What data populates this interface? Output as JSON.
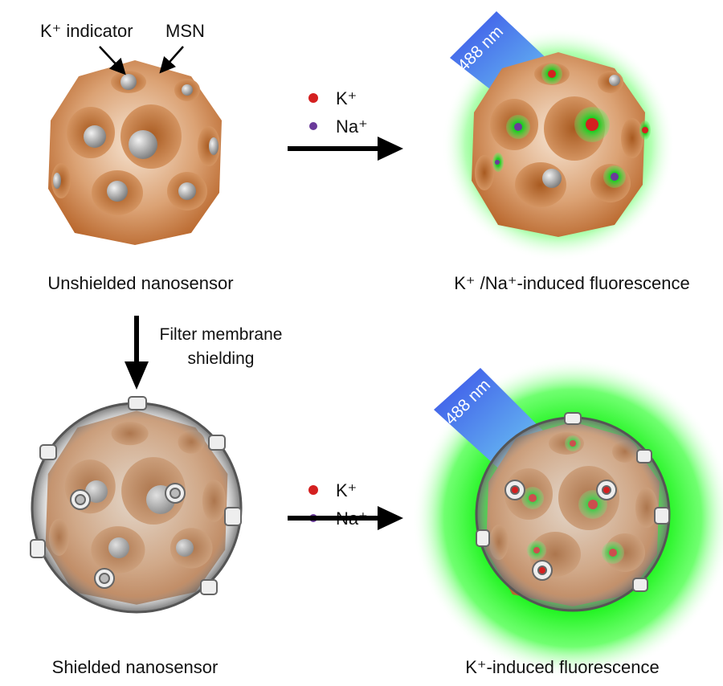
{
  "top": {
    "indicator_label": "K⁺ indicator",
    "msn_label": "MSN",
    "legend": {
      "k_label": "K⁺",
      "na_label": "Na⁺"
    },
    "beam_label": "488 nm",
    "left_caption": "Unshielded nanosensor",
    "right_caption": "K⁺ /Na⁺-induced fluorescence"
  },
  "middle": {
    "step_line1": "Filter membrane",
    "step_line2": "shielding"
  },
  "bottom": {
    "legend": {
      "k_label": "K⁺",
      "na_label": "Na⁺"
    },
    "beam_label": "488 nm",
    "left_caption": "Shielded nanosensor",
    "right_caption": "K⁺-induced fluorescence"
  },
  "colors": {
    "msn_orange": "#c8783a",
    "pore_gray": "#9a9a9a",
    "k_ion": "#d42020",
    "na_ion": "#6a3a9a",
    "fluorescence": "#22ee22",
    "beam_blue": "#4a6ef0",
    "shell_gray": "#8a8a8a"
  }
}
